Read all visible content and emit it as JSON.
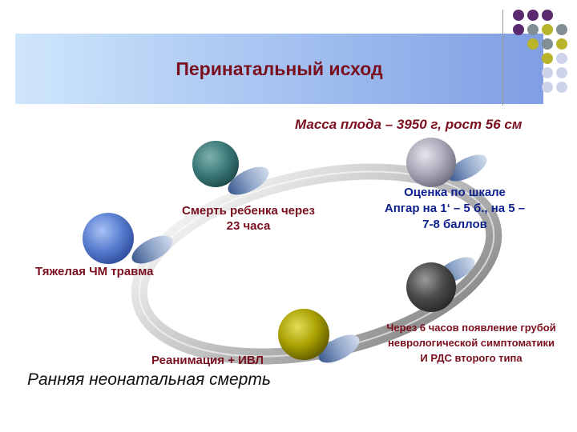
{
  "title": "Перинатальный исход",
  "subtitle": "Масса плода – 3950 г, рост 56 см",
  "conclusion": "Ранняя неонатальная смерть",
  "events": [
    {
      "text": "Тяжелая ЧМ травма"
    },
    {
      "text": "Смерть ребенка через",
      "text2": "23 часа"
    },
    {
      "text": "Оценка по шкале",
      "text2": "Апгар на 1‘ – 5 б., на 5 –",
      "text3": "7-8 баллов"
    },
    {
      "text": "Через 6 часов появление грубой",
      "text2": "неврологической симптоматики",
      "text3": "И РДС второго типа"
    },
    {
      "text": "Реанимация + ИВЛ"
    }
  ],
  "colors": {
    "title": "#7a0f1e",
    "label_dark_red": "#7a0f1e",
    "label_blue": "#0b1f8e",
    "sphere_blue": "#5a7fd0",
    "sphere_teal": "#3c7a7a",
    "sphere_silver": "#a9a9b8",
    "sphere_dark": "#4a4a4a",
    "sphere_olive": "#a8a000",
    "dot_purple": "#5b2a6e",
    "dot_olive": "#b9b52a",
    "dot_lavender": "#cfd3ea"
  }
}
